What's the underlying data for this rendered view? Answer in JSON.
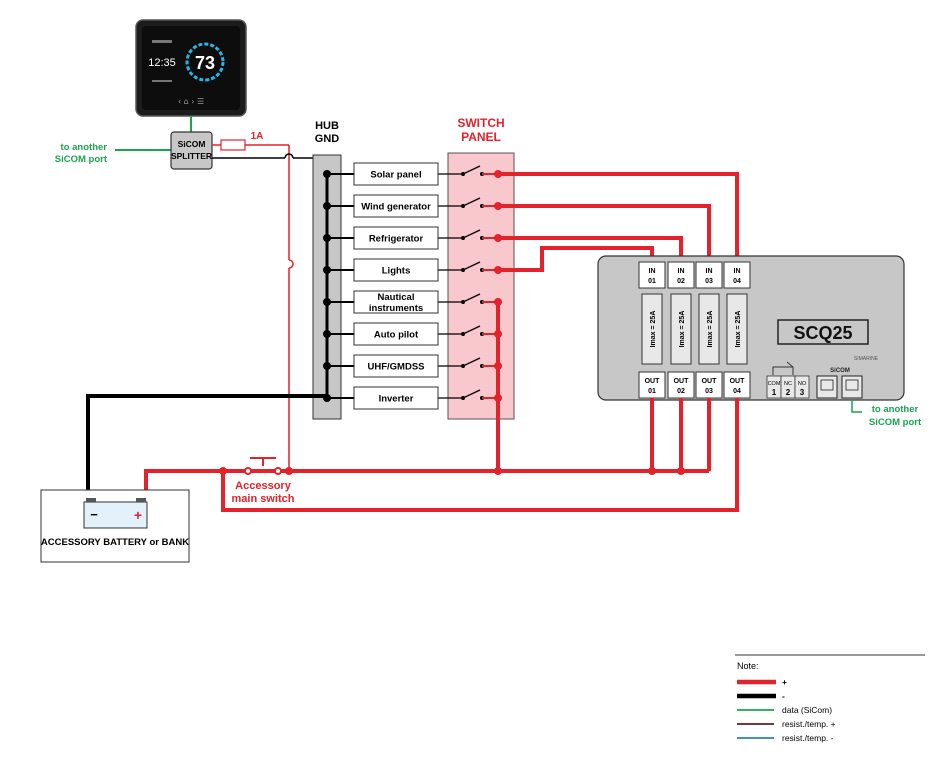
{
  "display": {
    "time": "12:35",
    "value": "73"
  },
  "splitter": {
    "line1": "SiCOM",
    "line2": "SPLITTER",
    "fuse": "1A"
  },
  "sicom_left_note": {
    "line1": "to another",
    "line2": "SiCOM port"
  },
  "hub": {
    "line1": "HUB",
    "line2": "GND"
  },
  "switch_panel": {
    "line1": "SWITCH",
    "line2": "PANEL"
  },
  "loads": [
    {
      "label": "Solar panel"
    },
    {
      "label": "Wind generator"
    },
    {
      "label": "Refrigerator"
    },
    {
      "label": "Lights"
    },
    {
      "label": "Nautical",
      "label2": "instruments"
    },
    {
      "label": "Auto pilot"
    },
    {
      "label": "UHF/GMDSS"
    },
    {
      "label": "Inverter"
    }
  ],
  "scq": {
    "model": "SCQ25",
    "brand": "SIMARINE",
    "inputs": [
      {
        "top": "IN",
        "bottom": "01"
      },
      {
        "top": "IN",
        "bottom": "02"
      },
      {
        "top": "IN",
        "bottom": "03"
      },
      {
        "top": "IN",
        "bottom": "04"
      }
    ],
    "outputs": [
      {
        "top": "OUT",
        "bottom": "01"
      },
      {
        "top": "OUT",
        "bottom": "02"
      },
      {
        "top": "OUT",
        "bottom": "03"
      },
      {
        "top": "OUT",
        "bottom": "04"
      }
    ],
    "fuse_label": "Imax = 25A",
    "relay": [
      {
        "top": "COM",
        "bottom": "1"
      },
      {
        "top": "NC",
        "bottom": "2"
      },
      {
        "top": "NO",
        "bottom": "3"
      }
    ],
    "sicom_label": "SiCOM"
  },
  "sicom_right_note": {
    "line1": "to another",
    "line2": "SiCOM port"
  },
  "battery": {
    "label": "ACCESSORY BATTERY or BANK",
    "minus": "−",
    "plus": "+"
  },
  "main_switch": {
    "line1": "Accessory",
    "line2": "main switch"
  },
  "legend": {
    "title": "Note:",
    "items": [
      {
        "label": "+",
        "color": "#e4222b"
      },
      {
        "label": "-",
        "color": "#000000"
      },
      {
        "label": "data (SiCom)",
        "color": "#1aa450"
      },
      {
        "label": "resist./temp. +",
        "color": "#5a2020"
      },
      {
        "label": "resist./temp. -",
        "color": "#2a7fb5"
      }
    ]
  },
  "colors": {
    "positive": "#e4222b",
    "negative": "#000000",
    "data": "#1aa450",
    "panel_fill": "#f8c8cc",
    "hub_fill": "#c7c7c7",
    "device_fill": "#c7c7c7"
  }
}
